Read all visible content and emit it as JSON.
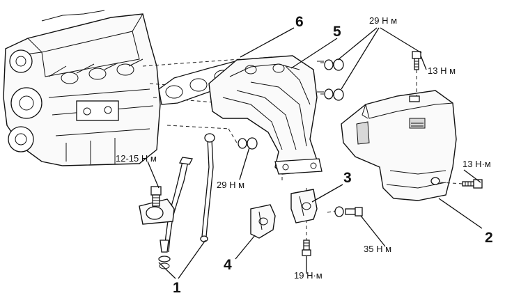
{
  "callouts": {
    "c1": "1",
    "c2": "2",
    "c3": "3",
    "c4": "4",
    "c5": "5",
    "c6": "6"
  },
  "torques": {
    "t_top": "29 Н м",
    "t_bolt_top": "13 Н м",
    "t_bolt_right": "13 Н·м",
    "t_dipstick": "12-15 Н м",
    "t_nuts_lower": "29 Н м",
    "t_bracket_bolt": "35 Н м",
    "t_bracket_bottom": "19 Н·м"
  }
}
